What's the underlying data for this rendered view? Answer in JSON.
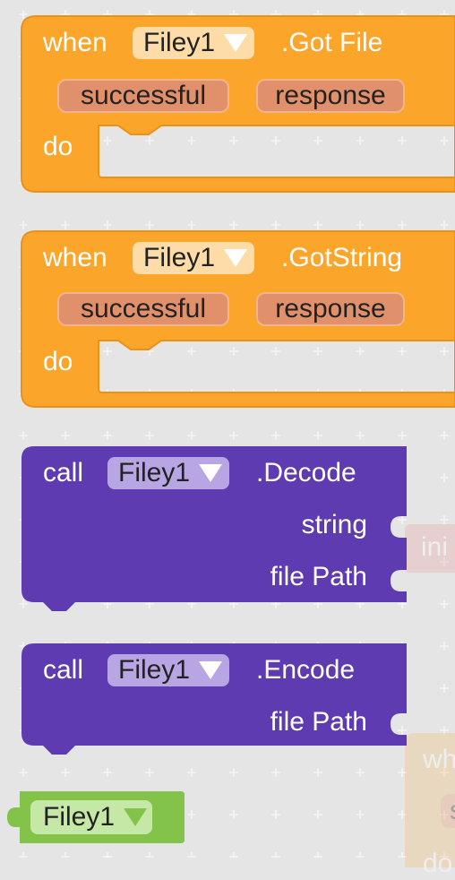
{
  "colors": {
    "event": "#FBA62A",
    "event_border": "#E9921A",
    "event_dropdown": "#FDDCA8",
    "event_param": "#E0906B",
    "method": "#5E3BB1",
    "method_dropdown": "#B7A6E3",
    "component": "#83C34A",
    "component_dropdown": "#C6E8A7",
    "ghost_pink": "#E8A8A8",
    "ghost_orange": "#F3C27E",
    "workspace": "#E5E5E5"
  },
  "events": [
    {
      "when": "when",
      "component": "Filey1",
      "event": ".Got File",
      "params": [
        "successful",
        "response"
      ],
      "do": "do"
    },
    {
      "when": "when",
      "component": "Filey1",
      "event": ".GotString",
      "params": [
        "successful",
        "response"
      ],
      "do": "do"
    }
  ],
  "methods": [
    {
      "call": "call",
      "component": "Filey1",
      "method": ".Decode",
      "args": [
        "string",
        "file Path"
      ]
    },
    {
      "call": "call",
      "component": "Filey1",
      "method": ".Encode",
      "args": [
        "file Path"
      ]
    }
  ],
  "component_block": {
    "label": "Filey1"
  },
  "ghost_blocks": {
    "init_label": "ini",
    "when_label": "wh",
    "param_label": "s",
    "do_label": "do"
  }
}
